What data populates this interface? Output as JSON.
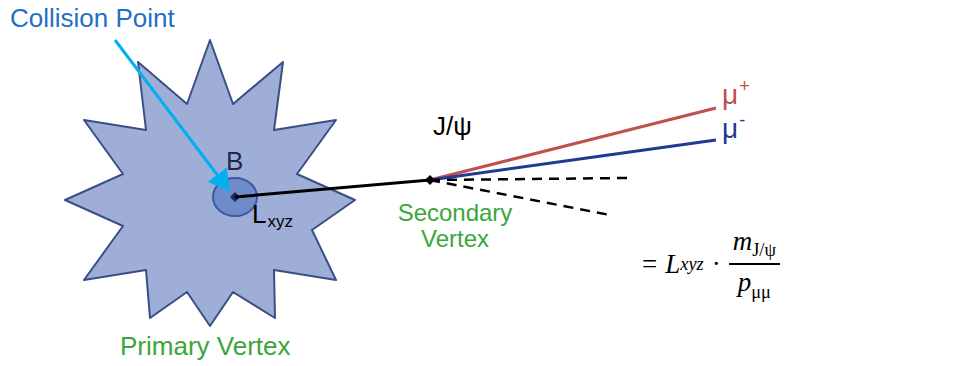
{
  "diagram": {
    "labels": [
      "Collision Point",
      "B",
      "J/ψ",
      "μ",
      "+",
      "μ",
      "-",
      "L",
      "xyz",
      "Secondary Vertex",
      "Primary Vertex",
      "=",
      "L",
      "xyz",
      "·",
      "m",
      "J/ψ",
      "p",
      "μμ"
    ]
  }
}
